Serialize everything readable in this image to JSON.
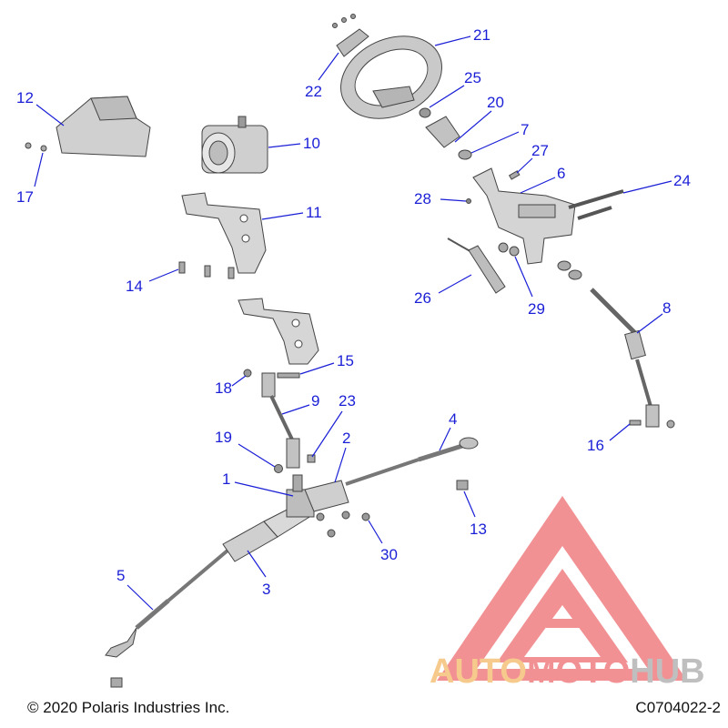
{
  "callouts": [
    {
      "n": "1"
    },
    {
      "n": "2"
    },
    {
      "n": "3"
    },
    {
      "n": "4"
    },
    {
      "n": "5"
    },
    {
      "n": "6"
    },
    {
      "n": "7"
    },
    {
      "n": "8"
    },
    {
      "n": "9"
    },
    {
      "n": "10"
    },
    {
      "n": "11"
    },
    {
      "n": "12"
    },
    {
      "n": "13"
    },
    {
      "n": "14"
    },
    {
      "n": "15"
    },
    {
      "n": "16"
    },
    {
      "n": "17"
    },
    {
      "n": "18"
    },
    {
      "n": "19"
    },
    {
      "n": "20"
    },
    {
      "n": "21"
    },
    {
      "n": "22"
    },
    {
      "n": "23"
    },
    {
      "n": "24"
    },
    {
      "n": "25"
    },
    {
      "n": "26"
    },
    {
      "n": "27"
    },
    {
      "n": "28"
    },
    {
      "n": "29"
    },
    {
      "n": "30"
    }
  ],
  "footer": {
    "copyright": "© 2020 Polaris Industries Inc.",
    "drawing_code": "C0704022-2"
  },
  "watermark": {
    "part1": "AUTO",
    "part2": "MOTO",
    "part3": "HUB"
  },
  "colors": {
    "callout": "#1a1fd6",
    "part_fill": "#d9d9d9",
    "part_stroke": "#444444",
    "watermark_red": "#e8383d",
    "watermark_orange": "#f0a030",
    "watermark_grey": "#8c8c8c"
  }
}
